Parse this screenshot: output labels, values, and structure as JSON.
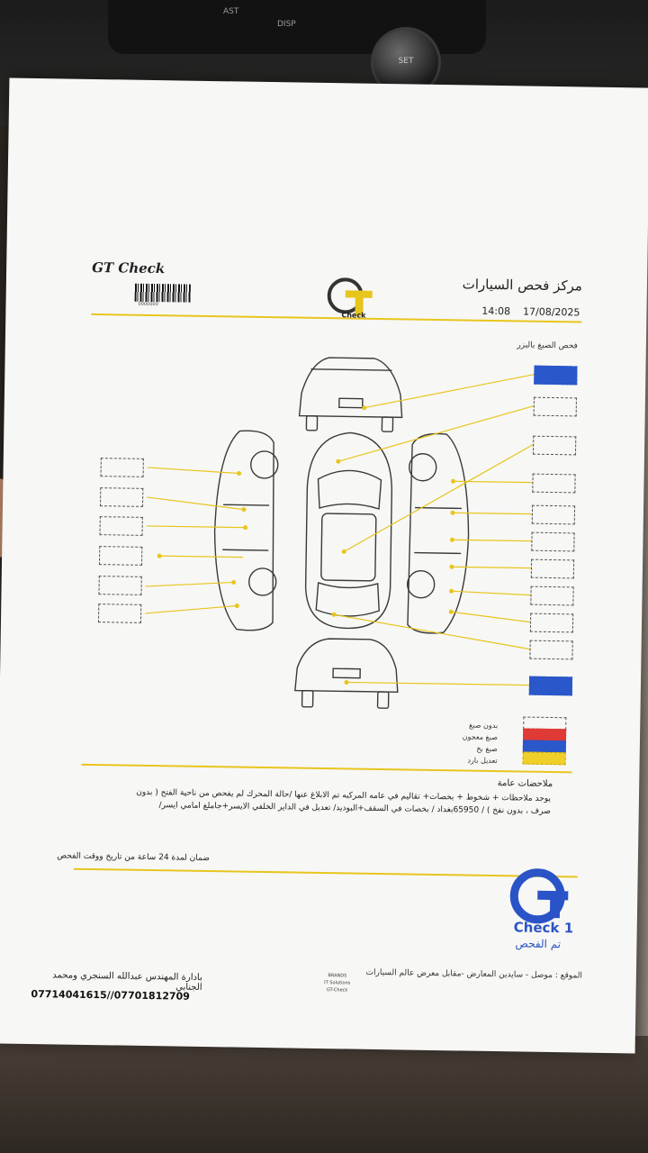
{
  "header": {
    "left_logo": "GT Check",
    "barcode_number": "0000000",
    "center_logo_text": "GT",
    "center_logo_sub": "Check",
    "title": "مركز فحص السيارات",
    "time": "14:08",
    "date": "17/08/2025"
  },
  "inspection": {
    "section_label": "فحص الصبغ بالبزر"
  },
  "legend": [
    {
      "label": "بدون صبغ",
      "color": "none"
    },
    {
      "label": "صبغ معجون",
      "color": "#e03a36"
    },
    {
      "label": "صبغ بخ",
      "color": "#2a57c9"
    },
    {
      "label": "تعديل بارد",
      "color": "#f0cf2a"
    }
  ],
  "notes": {
    "title": "ملاحضات عامة",
    "body": "يوجد ملاحظات + شخوط + بخصات+ تقاليم في عامه المركبه تم الابلاغ عنها /حالة المحرك لم يفحص من ناحية الفتح ( بدون صرف ، بدون نفخ ) / 65950بغداد / بخصات في السقف+البوديد/ تعديل في الداير الخلفي الايسر+جاملغ امامي ايسر/",
    "warranty": "ضمان لمدة 24 ساعة من تاريخ ووقت الفحص"
  },
  "stamp": {
    "text": "Check 1",
    "arabic": "تم الفحص"
  },
  "footer": {
    "management": "بادارة المهندس عبدالله السنجري ومحمد الجنابي",
    "phones": "07714041615//07701812709",
    "brands_line1": "BRANDS",
    "brands_line2": "IT Solutions",
    "brands_line3": "GT-Check",
    "location": "الموقع : موصل - سايدين المعارض -مقابل معرض عالم السيارات"
  },
  "background": {
    "knob_label": "SET",
    "dash_label_1": "AST",
    "dash_label_2": "DISP"
  }
}
